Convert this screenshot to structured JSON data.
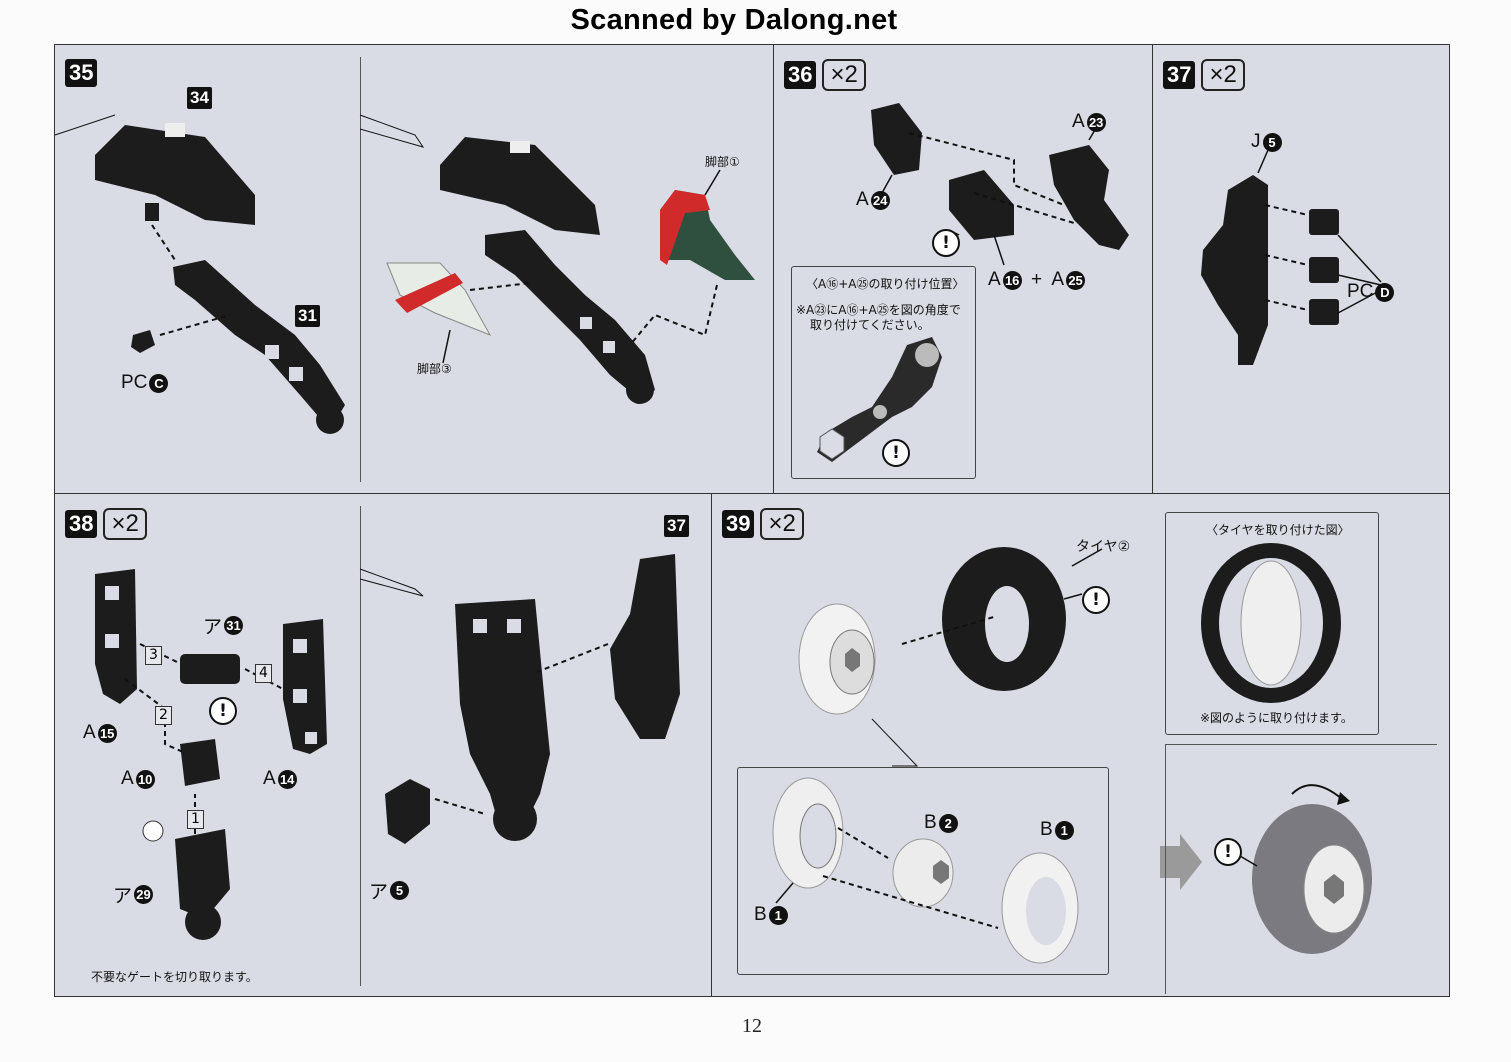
{
  "header": "Scanned by Dalong.net",
  "page_number": "12",
  "colors": {
    "panel": "#d9dce4",
    "part": "#1c1c1c",
    "accent_red": "#d02a2a",
    "accent_green": "#2f4f3f"
  },
  "s35": {
    "num": "35",
    "c34": "34",
    "c31": "31",
    "pc_prefix": "PC",
    "pc_c": "C",
    "leg1": "脚部①",
    "leg3": "脚部③"
  },
  "s36": {
    "num": "36",
    "mult": "×2",
    "a23_pre": "A",
    "a23": "23",
    "a24_pre": "A",
    "a24": "24",
    "a16_pre": "A",
    "a16": "16",
    "plus": "+",
    "a25_pre": "A",
    "a25": "25",
    "inset_title": "〈A⑯+A㉕の取り付け位置〉",
    "inset_note1": "※A㉓にA⑯+A㉕を図の角度で",
    "inset_note2": "取り付けてください。"
  },
  "s37": {
    "num": "37",
    "mult": "×2",
    "j_pre": "J",
    "j": "5",
    "pc_prefix": "PC",
    "pc_d": "D"
  },
  "s38": {
    "num": "38",
    "mult": "×2",
    "c37": "37",
    "a15_pre": "A",
    "a15": "15",
    "a10_pre": "A",
    "a10": "10",
    "a14_pre": "A",
    "a14": "14",
    "a31_pre": "ア",
    "a31": "31",
    "a29_pre": "ア",
    "a29": "29",
    "a5_pre": "ア",
    "a5": "5",
    "step1": "1",
    "step2": "2",
    "step3": "3",
    "step4": "4",
    "gate_note": "不要なゲートを切り取ります。"
  },
  "s39": {
    "num": "39",
    "mult": "×2",
    "tire": "タイヤ②",
    "b2_pre": "B",
    "b2": "2",
    "b1a_pre": "B",
    "b1a": "1",
    "b1b_pre": "B",
    "b1b": "1",
    "inset_title": "〈タイヤを取り付けた図〉",
    "inset_note": "※図のように取り付けます。"
  },
  "warn_symbol": "!"
}
